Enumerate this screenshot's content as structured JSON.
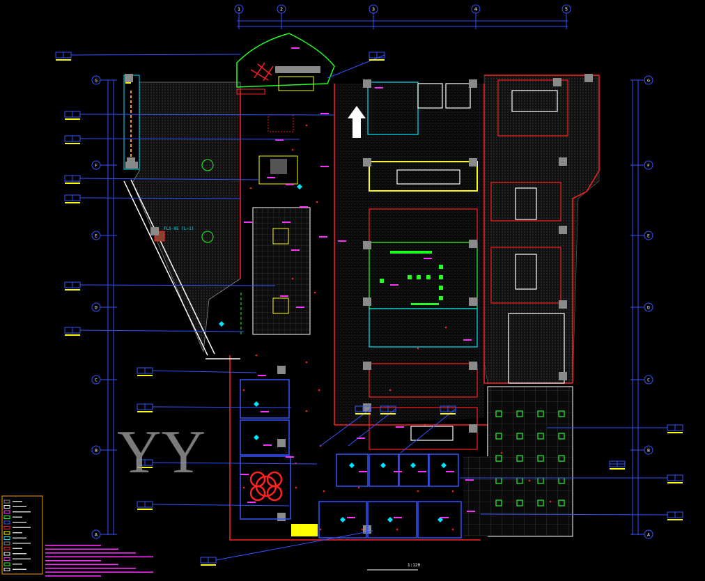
{
  "drawing": {
    "background": "#000000",
    "watermark": "YY",
    "scale_label": "1:120",
    "area_label": "FLS-05 (L~1)",
    "columns_top": [
      "1",
      "2",
      "3",
      "4",
      "5"
    ],
    "rows_right": [
      "G",
      "F",
      "E",
      "D",
      "C",
      "B",
      "A"
    ],
    "rows_left": [
      "G",
      "F",
      "E",
      "D",
      "C",
      "B",
      "A"
    ]
  },
  "colors": {
    "wall": "#ff2020",
    "cyan": "#00e5ff",
    "green": "#22ff22",
    "magenta": "#ff33ff",
    "yellow": "#ffff00",
    "blue": "#3355ff",
    "white": "#ffffff",
    "grey": "#808080"
  }
}
